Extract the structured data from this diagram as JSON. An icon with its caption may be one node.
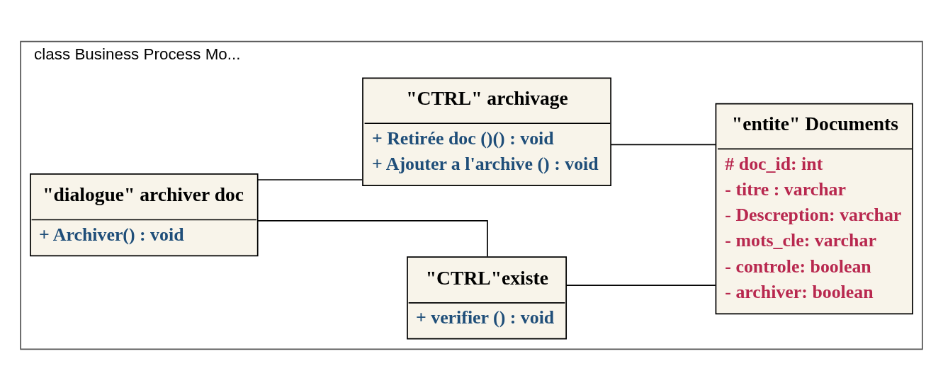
{
  "diagram": {
    "nodes": [
      {
        "text": [
          "class Business Process Mo..."
        ]
      },
      {
        "text": [
          "\"dialogue\" archiver doc",
          "+ Archiver() : void"
        ],
        "in": 0
      },
      {
        "text": [
          "\"CTRL\"existe",
          "+ verifier () : void"
        ],
        "in": 0
      },
      {
        "text": [
          "\"CTRL\" archivage",
          "+ Retirée doc ()() : void",
          "+ Ajouter a l'archive () : void"
        ],
        "in": 0
      },
      {
        "text": [
          "\"entite\" Documents",
          "# doc_id: int",
          "- titre : varchar",
          "- Descreption: varchar",
          "- mots_cle: varchar",
          "- controle: boolean",
          "- archiver: boolean"
        ],
        "in": 0
      }
    ],
    "edges": [
      {
        "from": 1,
        "to": 2,
        "arrow": "none"
      },
      {
        "from": 2,
        "to": 4,
        "arrow": "none"
      },
      {
        "from": 1,
        "to": 3,
        "arrow": "none"
      },
      {
        "from": 3,
        "to": 4,
        "arrow": "none"
      }
    ]
  }
}
